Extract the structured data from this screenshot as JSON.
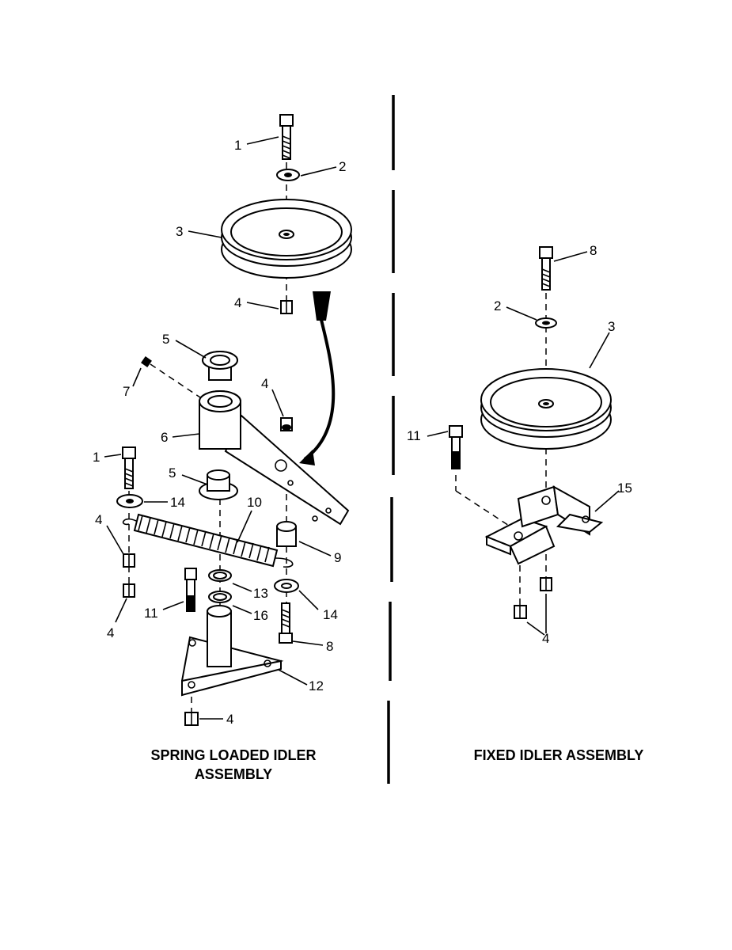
{
  "left_assembly": {
    "title_line1": "SPRING LOADED IDLER",
    "title_line2": "ASSEMBLY",
    "callouts": {
      "c1_top": "1",
      "c2": "2",
      "c3": "3",
      "c4_a": "4",
      "c5_top": "5",
      "c7": "7",
      "c4_b": "4",
      "c6": "6",
      "c1_side": "1",
      "c5_bottom": "5",
      "c14_left": "14",
      "c10": "10",
      "c4_c": "4",
      "c9": "9",
      "c13": "13",
      "c14_right": "14",
      "c11": "11",
      "c16": "16",
      "c4_d": "4",
      "c8": "8",
      "c12": "12",
      "c4_e": "4"
    }
  },
  "right_assembly": {
    "title": "FIXED IDLER ASSEMBLY",
    "callouts": {
      "c8": "8",
      "c2": "2",
      "c3": "3",
      "c11": "11",
      "c15": "15",
      "c4": "4"
    }
  }
}
